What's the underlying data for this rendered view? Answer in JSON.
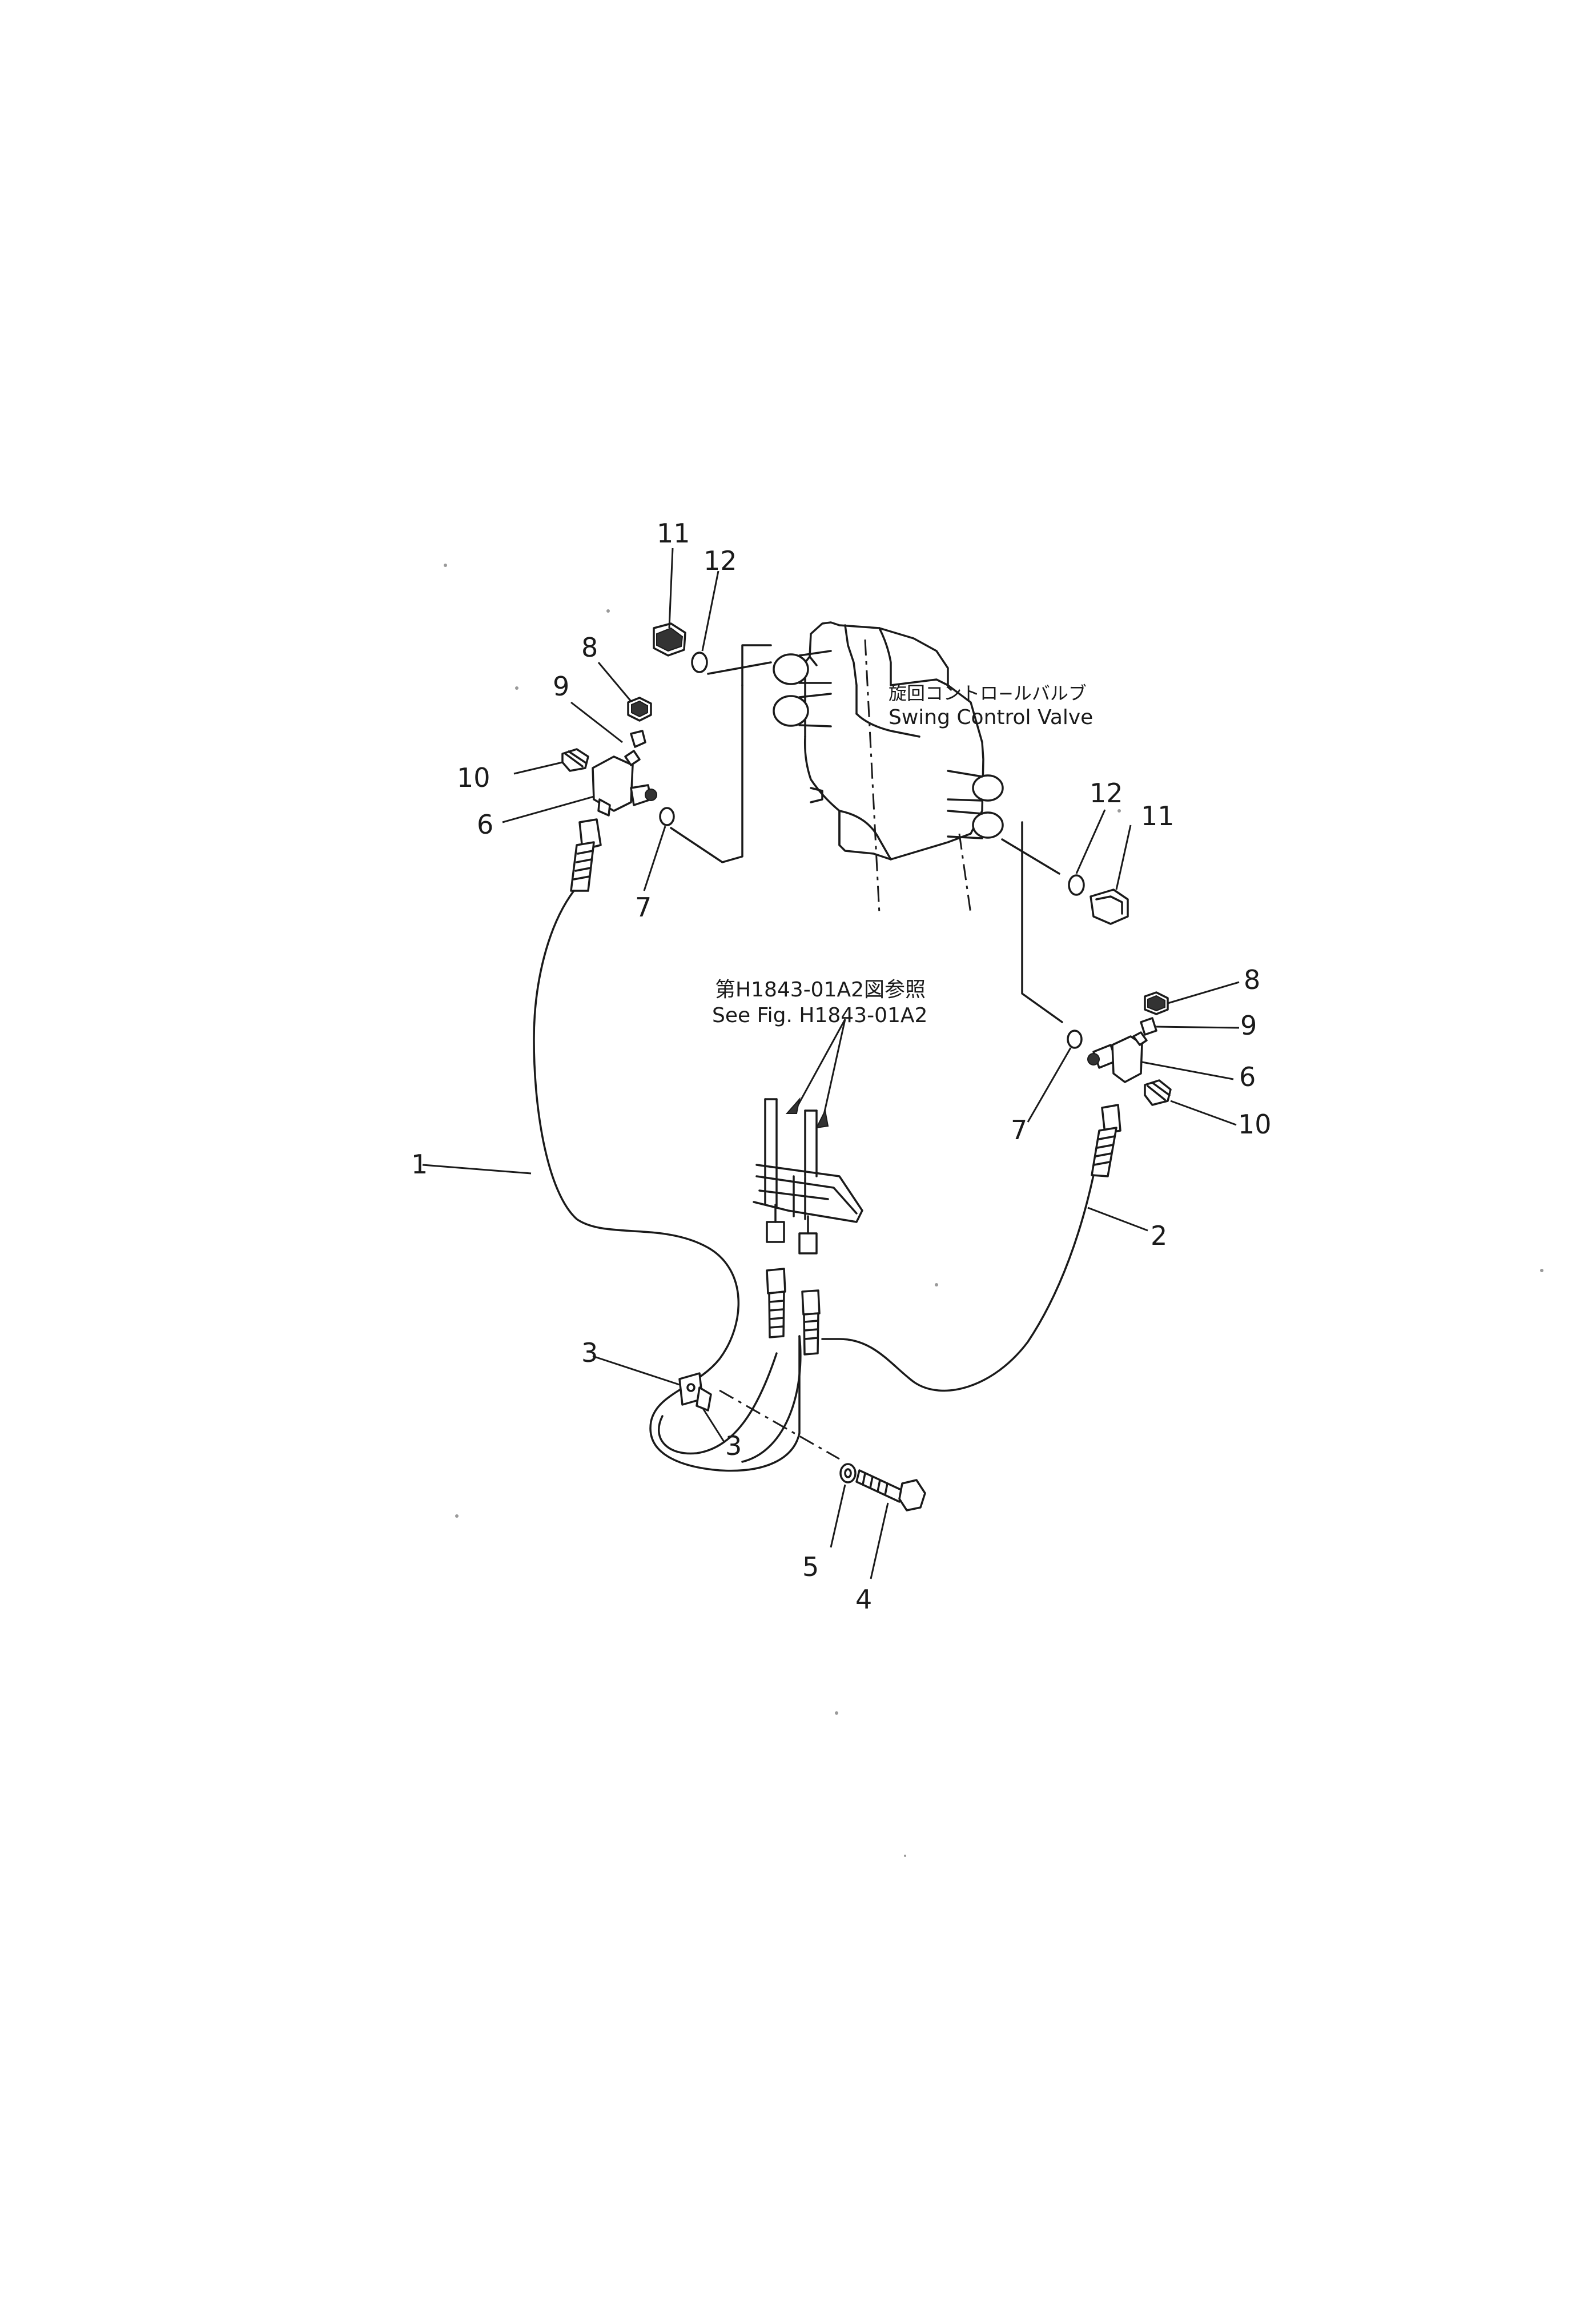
{
  "valve_label": {
    "ja": "旋回コントロ−ルバルブ",
    "en": "Swing  Control  Valve"
  },
  "reference_note": {
    "ja": "第H1843-01A2図参照",
    "en": "See  Fig.  H1843-01A2"
  },
  "callouts": {
    "c1": "1",
    "c2": "2",
    "c3a": "3",
    "c3b": "3",
    "c4": "4",
    "c5": "5",
    "c6_left": "6",
    "c6_right": "6",
    "c7_left": "7",
    "c7_right": "7",
    "c8_left": "8",
    "c8_right": "8",
    "c9_left": "9",
    "c9_right": "9",
    "c10_left": "10",
    "c10_right": "10",
    "c11_left": "11",
    "c11_right": "11",
    "c12_left": "12",
    "c12_right": "12"
  }
}
